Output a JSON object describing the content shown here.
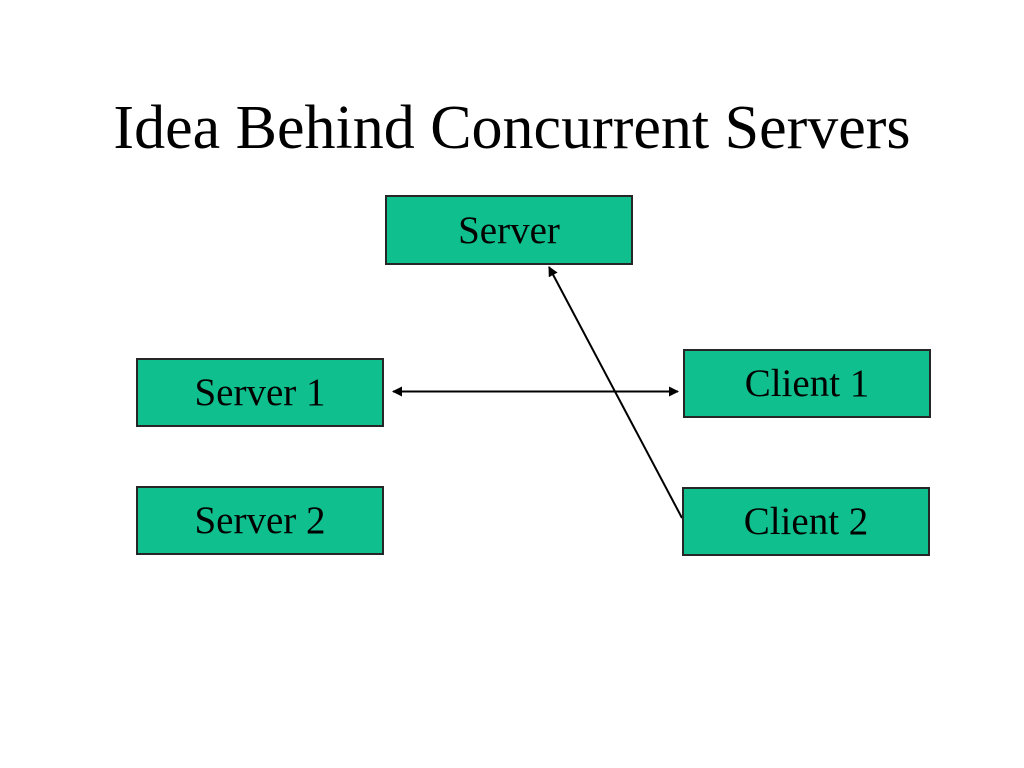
{
  "slide": {
    "title": "Idea Behind Concurrent Servers",
    "boxes": [
      {
        "id": "server",
        "label": "Server"
      },
      {
        "id": "server1",
        "label": "Server 1"
      },
      {
        "id": "server2",
        "label": "Server 2"
      },
      {
        "id": "client1",
        "label": "Client 1"
      },
      {
        "id": "client2",
        "label": "Client 2"
      }
    ],
    "connectors": [
      {
        "from": "server1",
        "to": "client1",
        "style": "double-headed-arrow",
        "orientation": "horizontal"
      },
      {
        "from": "client2",
        "to": "server",
        "style": "single-headed-arrow",
        "orientation": "diagonal",
        "arrowhead_at": "server"
      }
    ],
    "colors": {
      "background": "#ffffff",
      "box_fill": "#10bf8e",
      "box_border": "#262626",
      "arrow": "#000000",
      "text": "#000000"
    }
  }
}
